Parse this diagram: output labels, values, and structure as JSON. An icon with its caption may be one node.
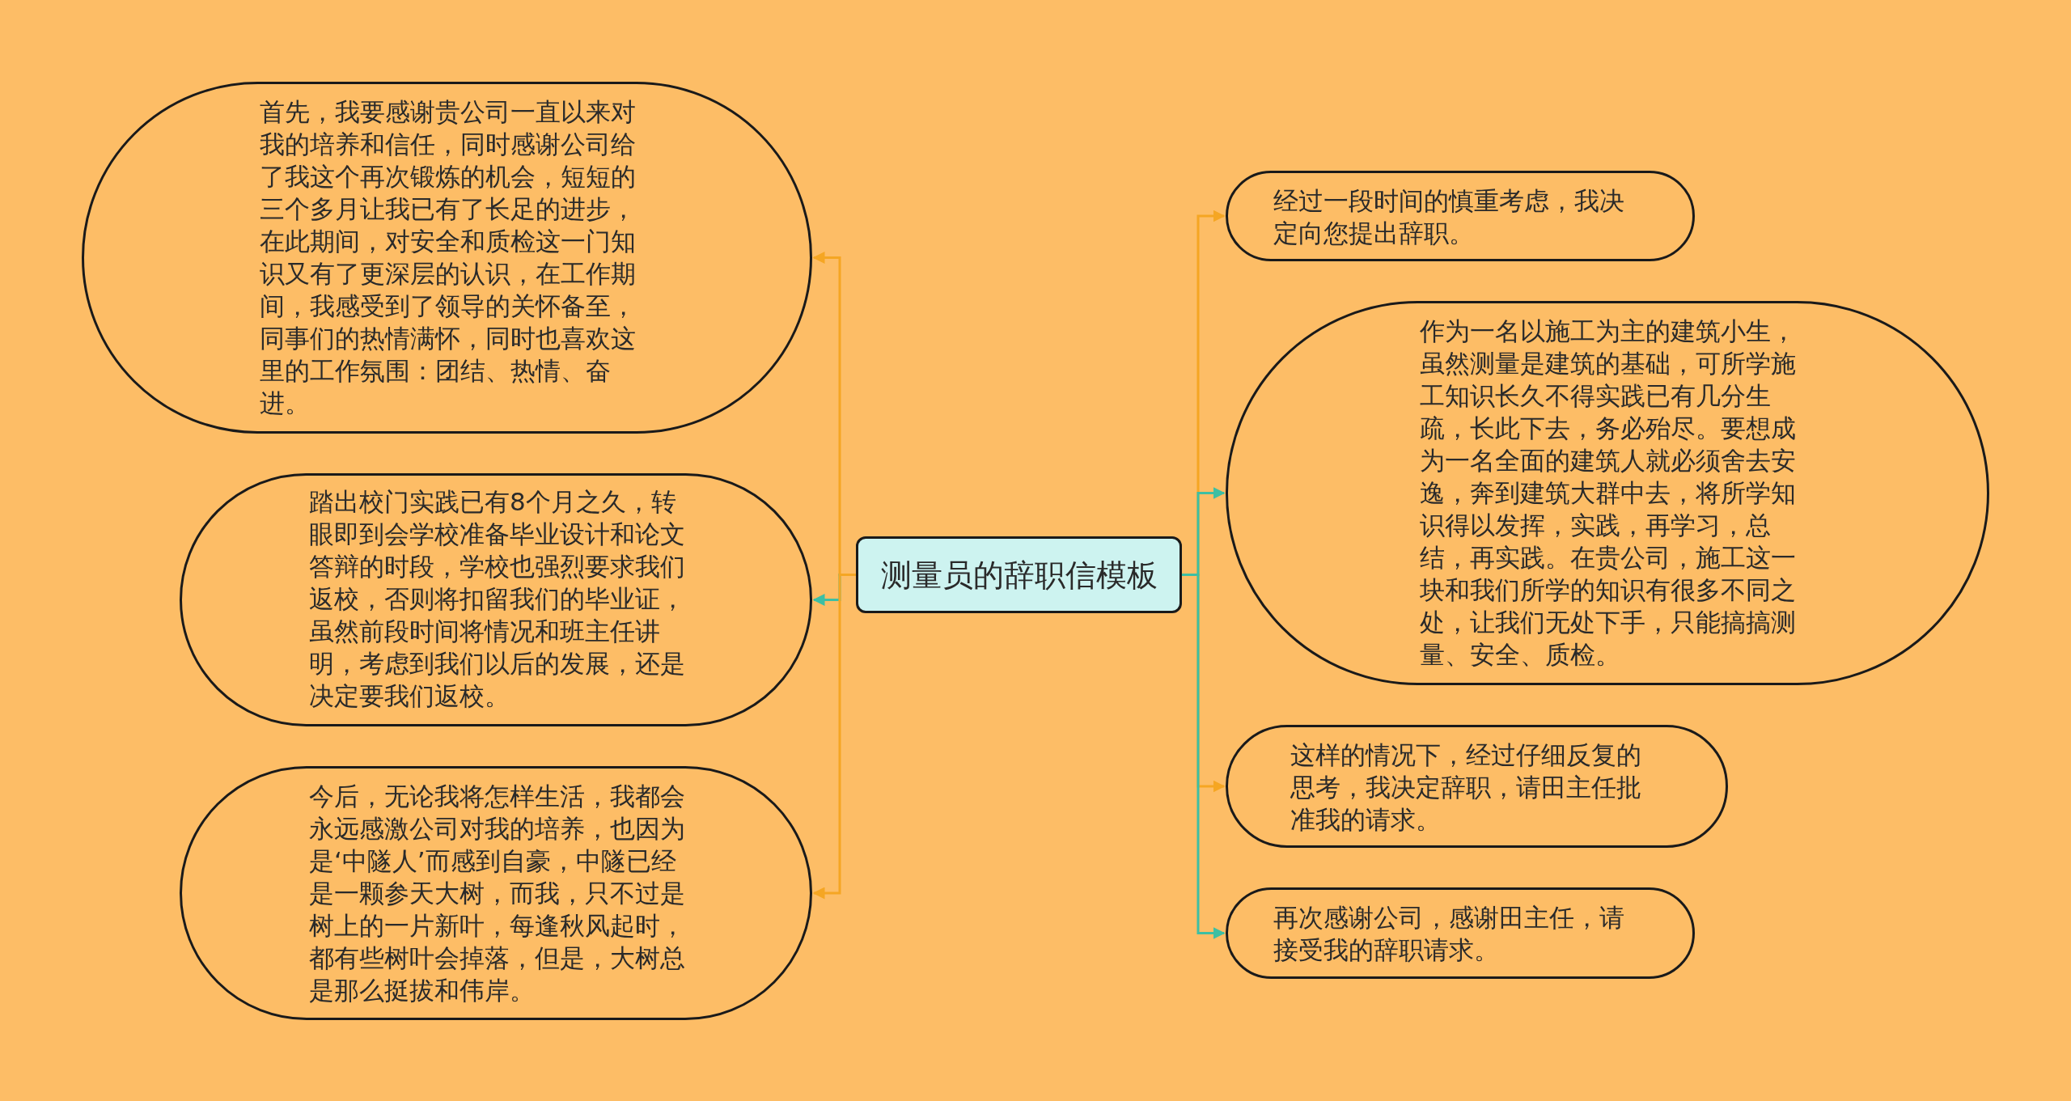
{
  "diagram": {
    "nodes": [
      {
        "text": [
          "测量员的辞职信模板"
        ]
      },
      {
        "text": [
          "首先，我要感谢贵公司一直以来对我的培养和信任，同时感谢公司给了我这个再次锻炼的机会，短短的三个多月让我已有了长足的进步，在此期间，对安全和质检这一门知识又有了更深层的认识，在工作期间，我感受到了领导的关怀备至，同事们的热情满怀，同时也喜欢这里的工作氛围：团结、热情、奋进。"
        ]
      },
      {
        "text": [
          "踏出校门实践已有8个月之久，转眼即到会学校准备毕业设计和论文答辩的时段，学校也强烈要求我们返校，否则将扣留我们的毕业证，虽然前段时间将情况和班主任讲明，考虑到我们以后的发展，还是决定要我们返校。"
        ]
      },
      {
        "text": [
          "今后，无论我将怎样生活，我都会永远感激公司对我的培养，也因为是‘中隧人’而感到自豪，中隧已经是一颗参天大树，而我，只不过是树上的一片新叶，每逢秋风起时，都有些树叶会掉落，但是，大树总是那么挺拔和伟岸。"
        ]
      },
      {
        "text": [
          "经过一段时间的慎重考虑，我决定向您提出辞职。"
        ]
      },
      {
        "text": [
          "作为一名以施工为主的建筑小生，虽然测量是建筑的基础，可所学施工知识长久不得实践已有几分生疏，长此下去，务必殆尽。要想成为一名全面的建筑人就必须舍去安逸，奔到建筑大群中去，将所学知识得以发挥，实践，再学习，总结，再实践。在贵公司，施工这一块和我们所学的知识有很多不同之处，让我们无处下手，只能搞搞测量、安全、质检。"
        ]
      },
      {
        "text": [
          "这样的情况下，经过仔细反复的思考，我决定辞职，请田主任批准我的请求。"
        ]
      },
      {
        "text": [
          "再次感谢公司，感谢田主任，请接受我的辞职请求。"
        ]
      }
    ],
    "edges": [
      {
        "from": 0,
        "to": 1,
        "arrow": "to"
      },
      {
        "from": 0,
        "to": 2,
        "arrow": "to",
        "color": "#3dbfa3"
      },
      {
        "from": 0,
        "to": 3,
        "arrow": "to"
      },
      {
        "from": 0,
        "to": 4,
        "arrow": "to"
      },
      {
        "from": 0,
        "to": 5,
        "arrow": "to",
        "color": "#3dbfa3"
      },
      {
        "from": 0,
        "to": 6,
        "arrow": "to"
      },
      {
        "from": 0,
        "to": 7,
        "arrow": "to",
        "color": "#3dbfa3"
      }
    ]
  }
}
